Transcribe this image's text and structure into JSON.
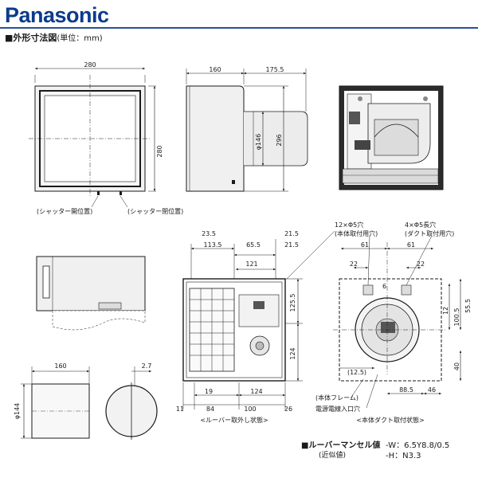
{
  "header": {
    "brand": "Panasonic",
    "section_title": "■外形寸法図",
    "unit": "(単位：mm)"
  },
  "front_view": {
    "dim_width": "280",
    "dim_height": "280",
    "shutter_left": "(シャッター開位置)",
    "shutter_right": "(シャッター閉位置)"
  },
  "side_view": {
    "dim_depth": "160",
    "dim_duct_length": "175.5",
    "dim_duct_dia": "φ146",
    "dim_height": "296"
  },
  "plan_view": {},
  "back_view": {
    "dim_23_5": "23.5",
    "dim_113_5": "113.5",
    "dim_65_5": "65.5",
    "dim_21_5a": "21.5",
    "dim_21_5b": "21.5",
    "dim_121": "121",
    "dim_125_5": "125.5",
    "dim_124_v": "124",
    "dim_19": "19",
    "dim_124_h": "124",
    "dim_11": "11",
    "dim_84": "84",
    "dim_100": "100",
    "dim_26": "26",
    "caption": "<ルーバー取外し状態>"
  },
  "duct_view": {
    "callout_holes_12": "12×Φ5穴",
    "callout_holes_12_sub": "(本体取付用穴)",
    "callout_holes_4": "4×Φ5長穴",
    "callout_holes_4_sub": "(ダクト取付用穴)",
    "dim_61_left": "61",
    "dim_61_right": "61",
    "dim_22_left": "22",
    "dim_22_right": "22",
    "dim_6": "6",
    "dim_12": "12",
    "dim_100_5": "100.5",
    "dim_55_5": "55.5",
    "dim_12_5": "(12.5)",
    "dim_40": "40",
    "dim_88_5": "88.5",
    "dim_46": "46",
    "label_frame": "(本体フレーム)",
    "label_power": "電源電線入口穴",
    "caption": "<本体ダクト取付状態>"
  },
  "duct_part": {
    "dim_160": "160",
    "dim_2_7": "2.7",
    "dim_dia_144": "φ144"
  },
  "louver_legend": {
    "title": "■ルーバーマンセル値",
    "subtitle": "(近似値)",
    "value_w": "-W：6.5Y8.8/0.5",
    "value_h": "-H：N3.3"
  }
}
